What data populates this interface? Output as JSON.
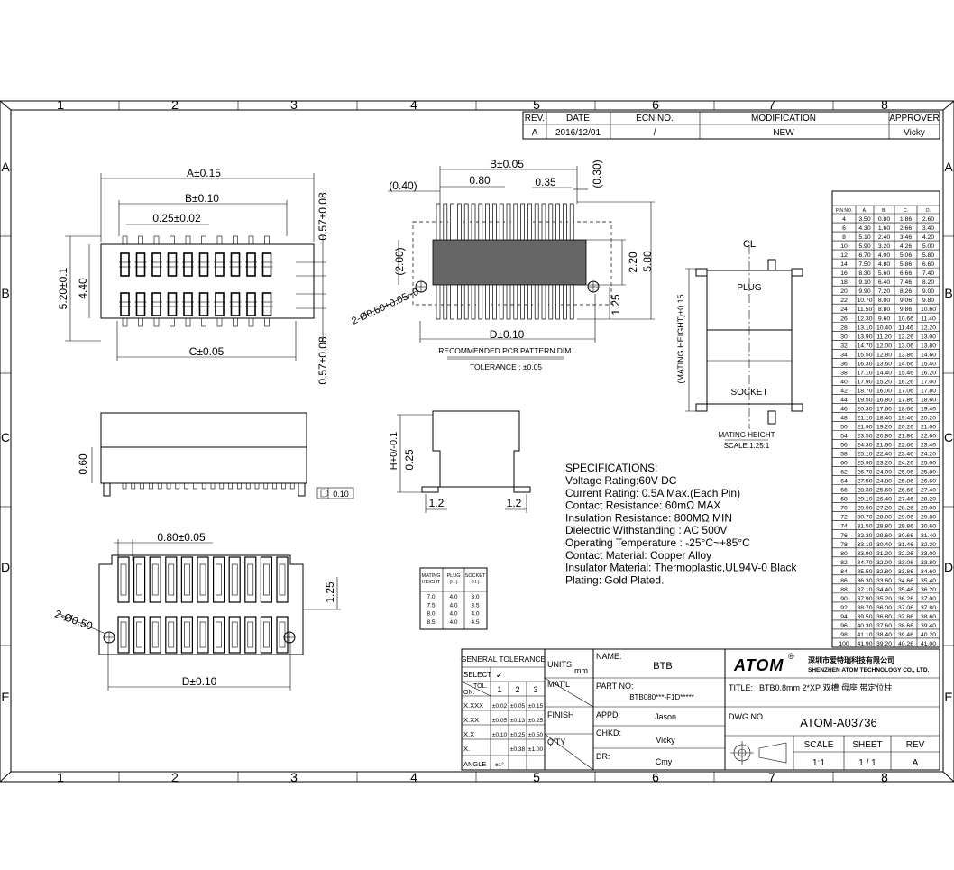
{
  "border": {
    "col_labels": [
      "1",
      "2",
      "3",
      "4",
      "5",
      "6",
      "7",
      "8"
    ],
    "row_labels": [
      "A",
      "B",
      "C",
      "D",
      "E"
    ]
  },
  "revision": {
    "headers": [
      "REV.",
      "DATE",
      "ECN NO.",
      "MODIFICATION",
      "APPROVER"
    ],
    "row": [
      "A",
      "2016/12/01",
      "/",
      "NEW",
      "Vicky"
    ]
  },
  "top_view": {
    "dim_a": "A±0.15",
    "dim_b": "B±0.10",
    "dim_pitch": "0.25±0.02",
    "dim_width": "5.20±0.1",
    "dim_inner": "4.40",
    "dim_c": "C±0.05",
    "dim_top_ext": "0.57±0.08",
    "dim_bot_ext": "0.57±0.08"
  },
  "pcb_pattern": {
    "dim_b": "B±0.05",
    "dim_040": "(0.40)",
    "dim_080": "0.80",
    "dim_035": "0.35",
    "dim_030": "(0.30)",
    "dim_200": "(2.00)",
    "dim_220": "2.20",
    "dim_580": "5.80",
    "dim_125": "1.25",
    "dim_hole": "2-Ø0.60+0.05/-0",
    "dim_d": "D±0.10",
    "caption": "RECOMMENDED PCB PATTERN DIM.",
    "tolerance": "TOLERANCE : ±0.05"
  },
  "mating_view": {
    "centerline": "CL",
    "plug": "PLUG",
    "socket": "SOCKET",
    "mating_height": "(MATING HEIGHT)±0.15",
    "caption": "MATING HEIGHT",
    "scale": "SCALE:1.25:1"
  },
  "side_view": {
    "dim_060": "0.60",
    "flatness": "0.10",
    "dim_h": "H+0/-0.1",
    "dim_025": "0.25",
    "dim_12_left": "1.2",
    "dim_12_right": "1.2"
  },
  "bottom_view": {
    "dim_pitch": "0.80±0.05",
    "dim_125": "1.25",
    "dim_hole": "2-Ø0.50",
    "dim_d": "D±0.10"
  },
  "specifications": {
    "title": "SPECIFICATIONS:",
    "lines": [
      "Voltage Rating:60V DC",
      "Current Rating: 0.5A Max.(Each Pin)",
      "Contact Resistance: 60mΩ MAX",
      "Insulation Resistance: 800MΩ MIN",
      "Dielectric Withstanding : AC 500V",
      "Operating Temperature : -25°C~+85°C",
      "Contact Material: Copper Alloy",
      "Insulator Material: Thermoplastic,UL94V-0 Black",
      "Plating: Gold Plated."
    ]
  },
  "height_table": {
    "headers": [
      "MATING HEIGHT",
      "PLUG (H.)",
      "SOCKET (H.)"
    ],
    "rows": [
      [
        "7.0",
        "4.0",
        "3.0"
      ],
      [
        "7.5",
        "4.0",
        "3.5"
      ],
      [
        "8.0",
        "4.0",
        "4.0"
      ],
      [
        "8.5",
        "4.0",
        "4.5"
      ]
    ]
  },
  "pin_table": {
    "headers": [
      "PIN NO.",
      "A.",
      "B.",
      "C.",
      "D."
    ],
    "rows": [
      [
        "4",
        "3.50",
        "0.80",
        "1.86",
        "2.60"
      ],
      [
        "6",
        "4.30",
        "1.60",
        "2.66",
        "3.40"
      ],
      [
        "8",
        "5.10",
        "2.40",
        "3.46",
        "4.20"
      ],
      [
        "10",
        "5.90",
        "3.20",
        "4.26",
        "5.00"
      ],
      [
        "12",
        "6.70",
        "4.00",
        "5.06",
        "5.80"
      ],
      [
        "14",
        "7.50",
        "4.80",
        "5.86",
        "6.60"
      ],
      [
        "16",
        "8.30",
        "5.60",
        "6.66",
        "7.40"
      ],
      [
        "18",
        "9.10",
        "6.40",
        "7.46",
        "8.20"
      ],
      [
        "20",
        "9.90",
        "7.20",
        "8.26",
        "9.00"
      ],
      [
        "22",
        "10.70",
        "8.00",
        "9.06",
        "9.80"
      ],
      [
        "24",
        "11.50",
        "8.80",
        "9.86",
        "10.60"
      ],
      [
        "26",
        "12.30",
        "9.60",
        "10.66",
        "11.40"
      ],
      [
        "28",
        "13.10",
        "10.40",
        "11.46",
        "12.20"
      ],
      [
        "30",
        "13.90",
        "11.20",
        "12.26",
        "13.00"
      ],
      [
        "32",
        "14.70",
        "12.00",
        "13.06",
        "13.80"
      ],
      [
        "34",
        "15.50",
        "12.80",
        "13.86",
        "14.60"
      ],
      [
        "36",
        "16.30",
        "13.60",
        "14.66",
        "15.40"
      ],
      [
        "38",
        "17.10",
        "14.40",
        "15.46",
        "16.20"
      ],
      [
        "40",
        "17.90",
        "15.20",
        "16.26",
        "17.00"
      ],
      [
        "42",
        "18.70",
        "16.00",
        "17.06",
        "17.80"
      ],
      [
        "44",
        "19.50",
        "16.80",
        "17.86",
        "18.60"
      ],
      [
        "46",
        "20.30",
        "17.60",
        "18.66",
        "19.40"
      ],
      [
        "48",
        "21.10",
        "18.40",
        "19.46",
        "20.20"
      ],
      [
        "50",
        "21.90",
        "19.20",
        "20.26",
        "21.00"
      ],
      [
        "54",
        "23.50",
        "20.80",
        "21.86",
        "22.60"
      ],
      [
        "56",
        "24.30",
        "21.60",
        "22.66",
        "23.40"
      ],
      [
        "58",
        "25.10",
        "22.40",
        "23.46",
        "24.20"
      ],
      [
        "60",
        "25.90",
        "23.20",
        "24.26",
        "25.00"
      ],
      [
        "62",
        "26.70",
        "24.00",
        "25.06",
        "25.80"
      ],
      [
        "64",
        "27.50",
        "24.80",
        "25.86",
        "26.60"
      ],
      [
        "66",
        "28.30",
        "25.60",
        "26.66",
        "27.40"
      ],
      [
        "68",
        "29.10",
        "26.40",
        "27.46",
        "28.20"
      ],
      [
        "70",
        "29.90",
        "27.20",
        "28.26",
        "29.00"
      ],
      [
        "72",
        "30.70",
        "28.00",
        "29.06",
        "29.80"
      ],
      [
        "74",
        "31.50",
        "28.80",
        "29.86",
        "30.60"
      ],
      [
        "76",
        "32.30",
        "29.60",
        "30.66",
        "31.40"
      ],
      [
        "78",
        "33.10",
        "30.40",
        "31.46",
        "32.20"
      ],
      [
        "80",
        "33.90",
        "31.20",
        "32.26",
        "33.00"
      ],
      [
        "82",
        "34.70",
        "32.00",
        "33.06",
        "33.80"
      ],
      [
        "84",
        "35.50",
        "32.80",
        "33.86",
        "34.60"
      ],
      [
        "86",
        "36.30",
        "33.60",
        "34.66",
        "35.40"
      ],
      [
        "88",
        "37.10",
        "34.40",
        "35.46",
        "36.20"
      ],
      [
        "90",
        "37.90",
        "35.20",
        "36.26",
        "37.00"
      ],
      [
        "92",
        "38.70",
        "36.00",
        "37.06",
        "37.80"
      ],
      [
        "94",
        "39.50",
        "36.80",
        "37.86",
        "38.60"
      ],
      [
        "96",
        "40.30",
        "37.60",
        "38.66",
        "39.40"
      ],
      [
        "98",
        "41.10",
        "38.40",
        "39.46",
        "40.20"
      ],
      [
        "100",
        "41.90",
        "39.20",
        "40.26",
        "41.00"
      ]
    ]
  },
  "title_block": {
    "general_tolerance": "GENERAL TOLERANCE",
    "select": "SELECT",
    "check": "✓",
    "tol": "TOL.",
    "on": "ON.",
    "cols": [
      "1",
      "2",
      "3"
    ],
    "tol_rows": [
      [
        "X.XXX",
        "±0.02",
        "±0.05",
        "±0.15"
      ],
      [
        "X.XX",
        "±0.05",
        "±0.13",
        "±0.25"
      ],
      [
        "X.X",
        "±0.10",
        "±0.25",
        "±0.50"
      ],
      [
        "X.",
        "",
        "±0.38",
        "±1.00"
      ],
      [
        "ANGLE",
        "±1°",
        "",
        ""
      ]
    ],
    "units": "UNITS",
    "units_value": "mm",
    "matl": "MAT'L",
    "finish": "FINISH",
    "qty": "Q'TY",
    "name_label": "NAME:",
    "name_value": "BTB",
    "part_label": "PART NO:",
    "part_value": "BTB080***-F1D*****",
    "appd_label": "APPD:",
    "appd_value": "Jason",
    "chkd_label": "CHKD:",
    "chkd_value": "Vicky",
    "dr_label": "DR:",
    "dr_value": "Cmy",
    "logo": "ATOM",
    "logo_mark": "®",
    "company_cn": "深圳市爱特瑞科技有限公司",
    "company_en": "SHENZHEN ATOM TECHNOLOGY CO., LTD.",
    "title_label": "TITLE:",
    "title_value": "BTB0.8mm 2*XP 双槽 母座 带定位柱",
    "dwg_label": "DWG NO.",
    "dwg_value": "ATOM-A03736",
    "scale_label": "SCALE",
    "scale_value": "1:1",
    "sheet_label": "SHEET",
    "sheet_value": "1 / 1",
    "rev_label": "REV",
    "rev_value": "A"
  }
}
